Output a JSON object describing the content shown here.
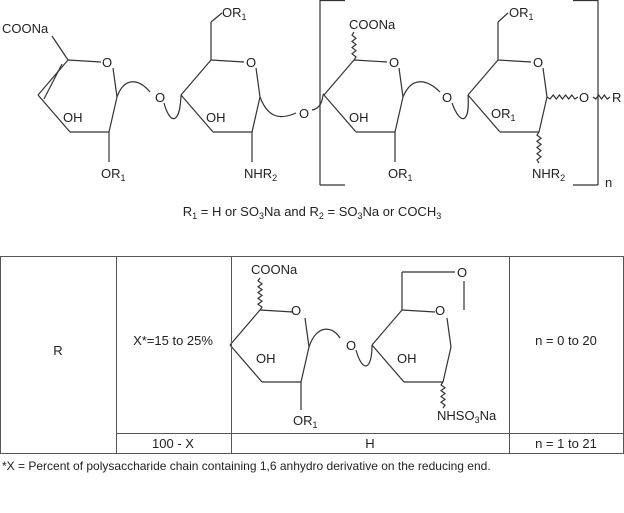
{
  "structure": {
    "labels": {
      "r1_coona": [
        {
          "t": "COONa"
        }
      ],
      "r1_oh": [
        {
          "t": "OH"
        }
      ],
      "r1_or1": [
        {
          "t": "OR"
        },
        {
          "s": "1"
        }
      ],
      "link1_o": [
        {
          "t": "O"
        }
      ],
      "r2_or1": [
        {
          "t": "OR"
        },
        {
          "s": "1"
        }
      ],
      "r2_oh": [
        {
          "t": "OH"
        }
      ],
      "r2_nhr2": [
        {
          "t": "NHR"
        },
        {
          "s": "2"
        }
      ],
      "link2_o": [
        {
          "t": "O"
        }
      ],
      "r3_coona": [
        {
          "t": "COONa"
        }
      ],
      "r3_oh": [
        {
          "t": "OH"
        }
      ],
      "r3_or1": [
        {
          "t": "OR"
        },
        {
          "s": "1"
        }
      ],
      "link3_o": [
        {
          "t": "O"
        }
      ],
      "r4_or1_top": [
        {
          "t": "OR"
        },
        {
          "s": "1"
        }
      ],
      "r4_or1": [
        {
          "t": "OR"
        },
        {
          "s": "1"
        }
      ],
      "r4_nhr2": [
        {
          "t": "NHR"
        },
        {
          "s": "2"
        }
      ],
      "end_o": [
        {
          "t": "O"
        }
      ],
      "end_r": [
        {
          "t": "R"
        }
      ],
      "ring_o": [
        {
          "t": "O"
        }
      ],
      "n": [
        {
          "t": "n"
        }
      ]
    },
    "legend": [
      {
        "t": "R"
      },
      {
        "s": "1"
      },
      {
        "t": " = H or SO"
      },
      {
        "s": "3"
      },
      {
        "t": "Na and R"
      },
      {
        "s": "2"
      },
      {
        "t": " = SO"
      },
      {
        "s": "3"
      },
      {
        "t": "Na or COCH"
      },
      {
        "s": "3"
      }
    ]
  },
  "table": {
    "r_label": "R",
    "row1": {
      "percent": "X*=15 to 25%",
      "n_range": "n = 0 to 20",
      "coona": [
        {
          "t": "COONa"
        }
      ],
      "oh_a": [
        {
          "t": "OH"
        }
      ],
      "oh_b": [
        {
          "t": "OH"
        }
      ],
      "or1": [
        {
          "t": "OR"
        },
        {
          "s": "1"
        }
      ],
      "link_o": [
        {
          "t": "O"
        }
      ],
      "bridge_o": [
        {
          "t": "O"
        }
      ],
      "nhso3na": [
        {
          "t": "NHSO"
        },
        {
          "s": "3"
        },
        {
          "t": "Na"
        }
      ]
    },
    "row2": {
      "percent": "100 - X",
      "structure": "H",
      "n_range": "n = 1 to 21"
    }
  },
  "footnote": "*X = Percent of polysaccharide chain containing 1,6 anhydro derivative on the reducing end."
}
